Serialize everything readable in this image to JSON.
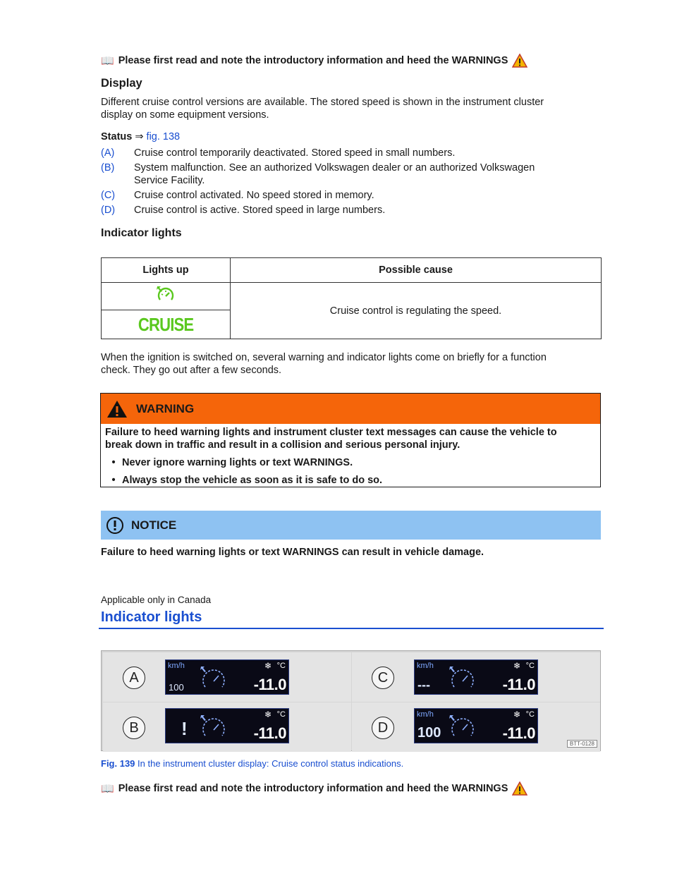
{
  "intro": {
    "text": "Please first read and note the introductory information and heed the WARNINGS",
    "book_icon": "book-icon",
    "warning_icon": "warning-triangle-icon"
  },
  "display": {
    "heading": "Display",
    "paragraph_line1": "Different cruise control versions are available. The stored speed is shown in the instrument cluster",
    "paragraph_line2": "display on some equipment versions."
  },
  "status": {
    "label": "Status",
    "arrow": "⇒",
    "fig_ref": "fig. 138",
    "items": [
      {
        "label": "(A)",
        "lines": [
          "Cruise control temporarily deactivated. Stored speed in small numbers."
        ]
      },
      {
        "label": "(B)",
        "lines": [
          "System malfunction. See an authorized Volkswagen dealer or an authorized Volkswagen",
          "Service Facility."
        ]
      },
      {
        "label": "(C)",
        "lines": [
          "Cruise control activated. No speed stored in memory."
        ]
      },
      {
        "label": "(D)",
        "lines": [
          "Cruise control is active. Stored speed in large numbers."
        ]
      }
    ]
  },
  "indicator": {
    "heading": "Indicator lights",
    "col1": "Lights up",
    "col2": "Possible cause",
    "cause": "Cruise control is regulating the speed.",
    "cruise_label": "CRUISE",
    "icon_color": "#5ac81e"
  },
  "ignition": {
    "line1": "When the ignition is switched on, several warning and indicator lights come on briefly for a function",
    "line2": "check. They go out after a few seconds."
  },
  "warning": {
    "title": "WARNING",
    "color": "#f5650a",
    "line1": "Failure to heed warning lights and instrument cluster text messages can cause the vehicle to",
    "line2": "break down in traffic and result in a collision and serious personal injury.",
    "bullets": [
      "Never ignore warning lights or text WARNINGS.",
      "Always stop the vehicle as soon as it is safe to do so."
    ]
  },
  "notice": {
    "title": "NOTICE",
    "color": "#8ec2f2",
    "text": "Failure to heed warning lights or text WARNINGS can result in vehicle damage."
  },
  "canada": {
    "text": "Applicable only in Canada",
    "heading": "Indicator lights"
  },
  "figure": {
    "code": "BTT-0128",
    "panels": [
      {
        "letter": "A",
        "kmh": "km/h",
        "speed": "100",
        "temp": "-11.0",
        "unit": "°C",
        "snow": "❄"
      },
      {
        "letter": "C",
        "kmh": "km/h",
        "speed": "---",
        "temp": "-11.0",
        "unit": "°C",
        "snow": "❄"
      },
      {
        "letter": "B",
        "kmh": "",
        "speed": "!",
        "temp": "-11.0",
        "unit": "°C",
        "snow": "❄"
      },
      {
        "letter": "D",
        "kmh": "km/h",
        "speed": "100",
        "temp": "-11.0",
        "unit": "°C",
        "snow": "❄"
      }
    ],
    "caption_label": "Fig. 139",
    "caption_text": "In the instrument cluster display: Cruise control status indications."
  }
}
